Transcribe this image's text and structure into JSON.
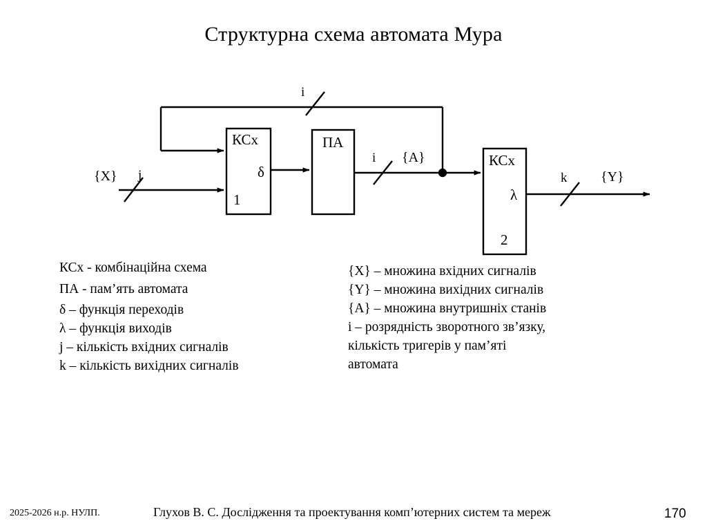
{
  "slide": {
    "title": "Структурна схема автомата Мура"
  },
  "diagram": {
    "blocks": {
      "kcx1": {
        "name": "КСх",
        "function": "δ",
        "index": "1"
      },
      "memory": {
        "name": "ПА"
      },
      "kcx2": {
        "name": "КСх",
        "function": "λ",
        "index": "2"
      }
    },
    "signals": {
      "input_set": "{X}",
      "input_width": "j",
      "state_width": "i",
      "state_set": "{A}",
      "feedback_width": "i",
      "output_width": "k",
      "output_set": "{Y}"
    }
  },
  "legend_left": {
    "items": [
      "КСх - комбінаційна схема",
      "ПА - пам’ять автомата",
      "δ – функція переходів",
      "λ – функція виходів",
      "j – кількість вхідних сигналів",
      "k – кількість вихідних сигналів"
    ]
  },
  "legend_right": {
    "items": [
      "{X} – множина вхідних сигналів",
      "{Y} – множина вихідних сигналів",
      "{A} – множина внутришніх станів",
      "i – розрядність зворотного зв’язку,",
      "кількість тригерів у пам’яті",
      "автомата"
    ]
  },
  "footer": {
    "left": "2025-2026 н.р. НУЛП.",
    "center": "Глухов В. С. Дослідження та проектування комп’ютерних систем та мереж",
    "page": "170"
  },
  "colors": {
    "ink": "#000000",
    "background": "#ffffff"
  }
}
